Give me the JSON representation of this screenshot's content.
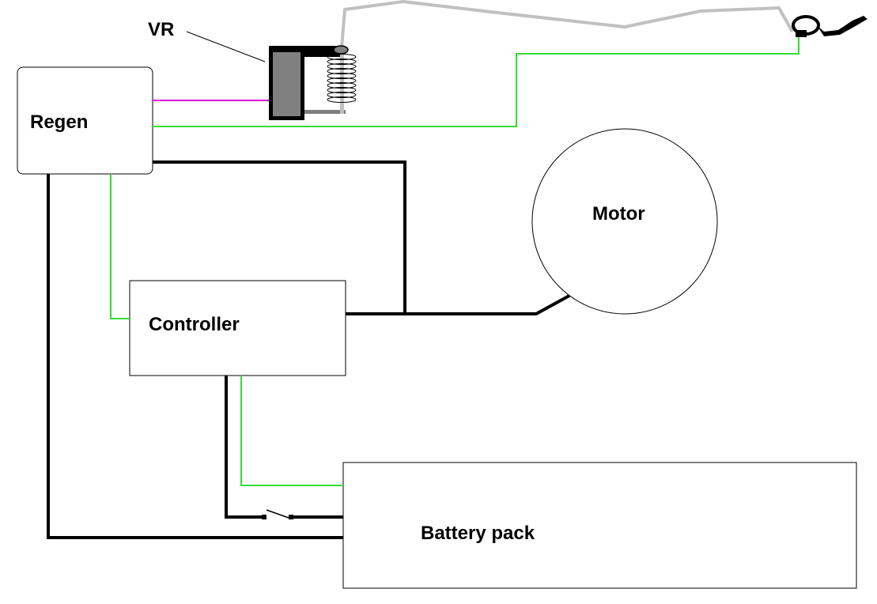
{
  "labels": {
    "vr": "VR",
    "regen": "Regen",
    "motor": "Motor",
    "controller": "Controller",
    "battery": "Battery pack"
  },
  "colors": {
    "background": "#ffffff",
    "power_wire": "#000000",
    "signal_wire": "#33dd33",
    "vr_wire": "#dd00dd",
    "throttle_cable": "#c0c0c0",
    "vr_body": "#808080"
  }
}
